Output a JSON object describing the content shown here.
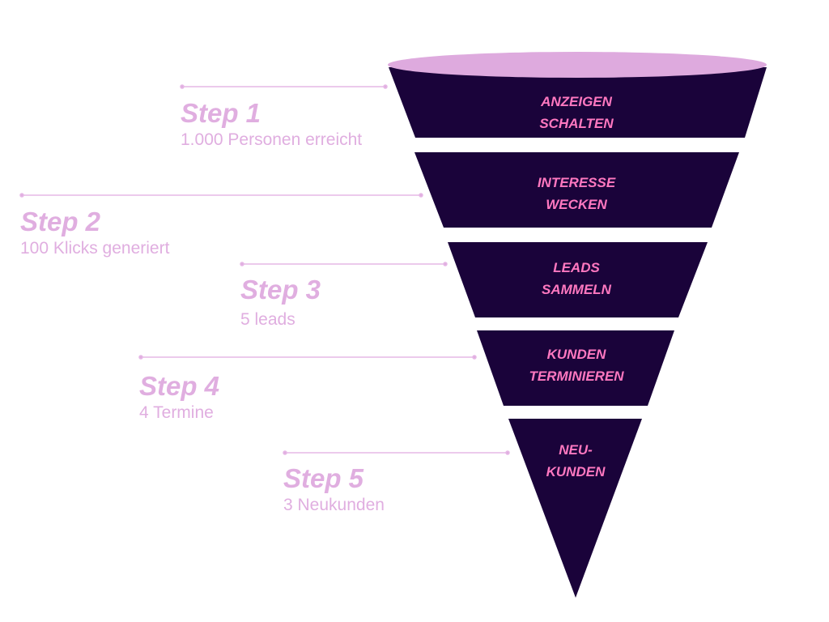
{
  "colors": {
    "funnel": "#1a033a",
    "rim": "#deaade",
    "label": "#ff78c0",
    "step_text": "#e0aee0",
    "line": "#e6b8e6"
  },
  "stages": [
    {
      "line1": "ANZEIGEN",
      "line2": "SCHALTEN"
    },
    {
      "line1": "INTERESSE",
      "line2": "WECKEN"
    },
    {
      "line1": "LEADS",
      "line2": "SAMMELN"
    },
    {
      "line1": "KUNDEN",
      "line2": "TERMINIEREN"
    },
    {
      "line1": "NEU-",
      "line2": "KUNDEN"
    }
  ],
  "steps": [
    {
      "title": "Step 1",
      "subtitle": "1.000 Personen erreicht"
    },
    {
      "title": "Step 2",
      "subtitle": "100 Klicks generiert"
    },
    {
      "title": "Step 3",
      "subtitle": "5 leads"
    },
    {
      "title": "Step 4",
      "subtitle": "4 Termine"
    },
    {
      "title": "Step 5",
      "subtitle": "3 Neukunden"
    }
  ]
}
